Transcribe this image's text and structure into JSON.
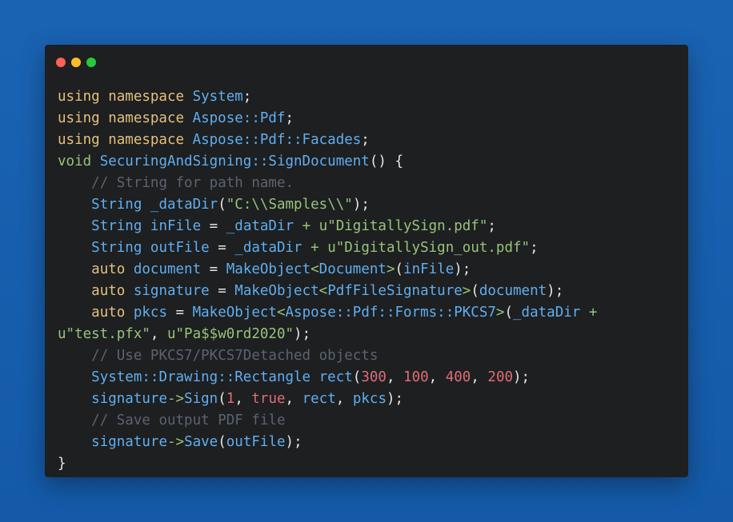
{
  "window": {
    "controls": [
      {
        "name": "close",
        "color": "#ff5f56"
      },
      {
        "name": "minimize",
        "color": "#ffbd2e"
      },
      {
        "name": "maximize",
        "color": "#27c93f"
      }
    ]
  },
  "code": {
    "lines": [
      [
        [
          "kw",
          "using namespace "
        ],
        [
          "ty",
          "System"
        ],
        [
          "pl",
          ";"
        ]
      ],
      [
        [
          "kw",
          "using namespace "
        ],
        [
          "ty",
          "Aspose::Pdf"
        ],
        [
          "pl",
          ";"
        ]
      ],
      [
        [
          "kw",
          "using namespace "
        ],
        [
          "ty",
          "Aspose::Pdf::Facades"
        ],
        [
          "pl",
          ";"
        ]
      ],
      [
        [
          "void",
          "void "
        ],
        [
          "fn",
          "SecuringAndSigning::SignDocument"
        ],
        [
          "pl",
          "() {"
        ]
      ],
      [
        [
          "pl",
          "    "
        ],
        [
          "cm",
          "// String for path name."
        ]
      ],
      [
        [
          "pl",
          "    "
        ],
        [
          "ty",
          "String "
        ],
        [
          "fn",
          "_dataDir"
        ],
        [
          "pl",
          "("
        ],
        [
          "st",
          "\"C:\\\\Samples\\\\\""
        ],
        [
          "pl",
          ");"
        ]
      ],
      [
        [
          "pl",
          "    "
        ],
        [
          "ty",
          "String "
        ],
        [
          "fn",
          "inFile"
        ],
        [
          "pl",
          " = "
        ],
        [
          "fn",
          "_dataDir"
        ],
        [
          "op",
          " + "
        ],
        [
          "st",
          "u\"DigitallySign.pdf\""
        ],
        [
          "pl",
          ";"
        ]
      ],
      [
        [
          "pl",
          "    "
        ],
        [
          "ty",
          "String "
        ],
        [
          "fn",
          "outFile"
        ],
        [
          "pl",
          " = "
        ],
        [
          "fn",
          "_dataDir"
        ],
        [
          "op",
          " + "
        ],
        [
          "st",
          "u\"DigitallySign_out.pdf\""
        ],
        [
          "pl",
          ";"
        ]
      ],
      [
        [
          "pl",
          "    "
        ],
        [
          "kw",
          "auto "
        ],
        [
          "fn",
          "document"
        ],
        [
          "pl",
          " = "
        ],
        [
          "fn",
          "MakeObject"
        ],
        [
          "op",
          "<"
        ],
        [
          "ty",
          "Document"
        ],
        [
          "op",
          ">"
        ],
        [
          "pl",
          "("
        ],
        [
          "fn",
          "inFile"
        ],
        [
          "pl",
          ");"
        ]
      ],
      [
        [
          "pl",
          "    "
        ],
        [
          "kw",
          "auto "
        ],
        [
          "fn",
          "signature"
        ],
        [
          "pl",
          " = "
        ],
        [
          "fn",
          "MakeObject"
        ],
        [
          "op",
          "<"
        ],
        [
          "ty",
          "PdfFileSignature"
        ],
        [
          "op",
          ">"
        ],
        [
          "pl",
          "("
        ],
        [
          "fn",
          "document"
        ],
        [
          "pl",
          ");"
        ]
      ],
      [
        [
          "pl",
          "    "
        ],
        [
          "kw",
          "auto "
        ],
        [
          "fn",
          "pkcs"
        ],
        [
          "pl",
          " = "
        ],
        [
          "fn",
          "MakeObject"
        ],
        [
          "op",
          "<"
        ],
        [
          "ty",
          "Aspose::Pdf::Forms::PKCS7"
        ],
        [
          "op",
          ">"
        ],
        [
          "pl",
          "("
        ],
        [
          "fn",
          "_dataDir"
        ],
        [
          "op",
          " +"
        ]
      ],
      [
        [
          "st",
          "u\"test.pfx\""
        ],
        [
          "pl",
          ", "
        ],
        [
          "st",
          "u\"Pa$$w0rd2020\""
        ],
        [
          "pl",
          ");"
        ]
      ],
      [
        [
          "pl",
          "    "
        ],
        [
          "cm",
          "// Use PKCS7/PKCS7Detached objects"
        ]
      ],
      [
        [
          "pl",
          "    "
        ],
        [
          "ty",
          "System::Drawing::Rectangle "
        ],
        [
          "fn",
          "rect"
        ],
        [
          "pl",
          "("
        ],
        [
          "num",
          "300"
        ],
        [
          "pl",
          ", "
        ],
        [
          "num",
          "100"
        ],
        [
          "pl",
          ", "
        ],
        [
          "num",
          "400"
        ],
        [
          "pl",
          ", "
        ],
        [
          "num",
          "200"
        ],
        [
          "pl",
          ");"
        ]
      ],
      [
        [
          "pl",
          "    "
        ],
        [
          "fn",
          "signature"
        ],
        [
          "op",
          "->"
        ],
        [
          "fn",
          "Sign"
        ],
        [
          "pl",
          "("
        ],
        [
          "num",
          "1"
        ],
        [
          "pl",
          ", "
        ],
        [
          "num",
          "true"
        ],
        [
          "pl",
          ", "
        ],
        [
          "fn",
          "rect"
        ],
        [
          "pl",
          ", "
        ],
        [
          "fn",
          "pkcs"
        ],
        [
          "pl",
          ");"
        ]
      ],
      [
        [
          "pl",
          "    "
        ],
        [
          "cm",
          "// Save output PDF file"
        ]
      ],
      [
        [
          "pl",
          "    "
        ],
        [
          "fn",
          "signature"
        ],
        [
          "op",
          "->"
        ],
        [
          "fn",
          "Save"
        ],
        [
          "pl",
          "("
        ],
        [
          "fn",
          "outFile"
        ],
        [
          "pl",
          ");"
        ]
      ],
      [
        [
          "pl",
          "}"
        ]
      ]
    ]
  }
}
